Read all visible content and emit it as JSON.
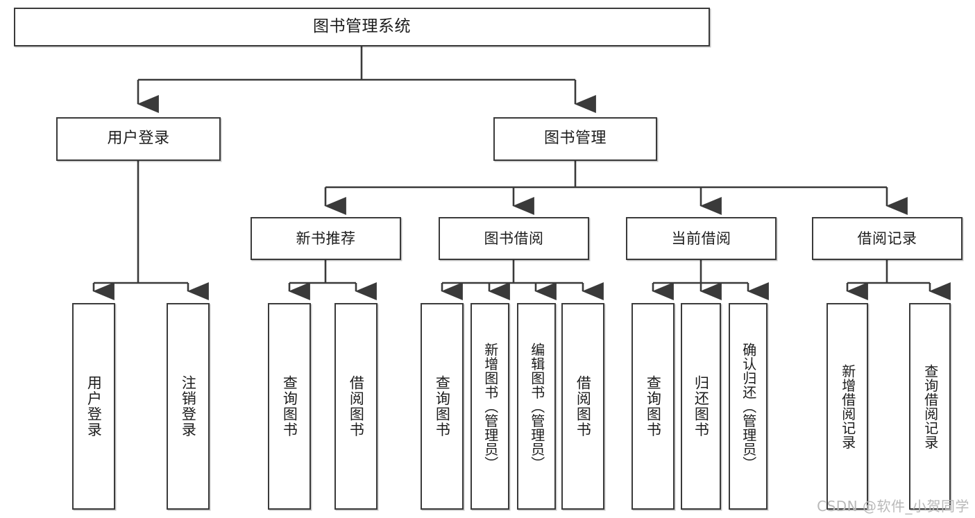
{
  "diagram": {
    "title": "图书管理系统",
    "type": "tree-hierarchy",
    "watermark": "CSDN @软件_小贺同学",
    "colors": {
      "stroke": "#3a3a3a",
      "fill": "#ffffff",
      "text": "#1c1c1c",
      "watermark": "#b9b9b9"
    },
    "root": {
      "id": "root",
      "label": "图书管理系统"
    },
    "level2": [
      {
        "id": "user-login",
        "label": "用户登录"
      },
      {
        "id": "book-manage",
        "label": "图书管理"
      }
    ],
    "level3": [
      {
        "id": "new-book-rec",
        "label": "新书推荐",
        "parent": "book-manage"
      },
      {
        "id": "book-borrow",
        "label": "图书借阅",
        "parent": "book-manage"
      },
      {
        "id": "current-borrow",
        "label": "当前借阅",
        "parent": "book-manage"
      },
      {
        "id": "borrow-record",
        "label": "借阅记录",
        "parent": "book-manage"
      }
    ],
    "leaves": {
      "user_login": [
        {
          "id": "leaf-user-login",
          "label": "用户登录"
        },
        {
          "id": "leaf-logout",
          "label": "注销登录"
        }
      ],
      "new_book_rec": [
        {
          "id": "leaf-query-book-1",
          "label": "查询图书"
        },
        {
          "id": "leaf-borrow-book-1",
          "label": "借阅图书"
        }
      ],
      "book_borrow": [
        {
          "id": "leaf-query-book-2",
          "label": "查询图书"
        },
        {
          "id": "leaf-add-book",
          "label": "新增图书（管理员）"
        },
        {
          "id": "leaf-edit-book",
          "label": "编辑图书（管理员）"
        },
        {
          "id": "leaf-borrow-book-2",
          "label": "借阅图书"
        }
      ],
      "current_borrow": [
        {
          "id": "leaf-query-book-3",
          "label": "查询图书"
        },
        {
          "id": "leaf-return-book",
          "label": "归还图书"
        },
        {
          "id": "leaf-confirm-return",
          "label": "确认归还（管理员）"
        }
      ],
      "borrow_record": [
        {
          "id": "leaf-add-record",
          "label": "新增借阅记录"
        },
        {
          "id": "leaf-query-record",
          "label": "查询借阅记录"
        }
      ]
    }
  }
}
